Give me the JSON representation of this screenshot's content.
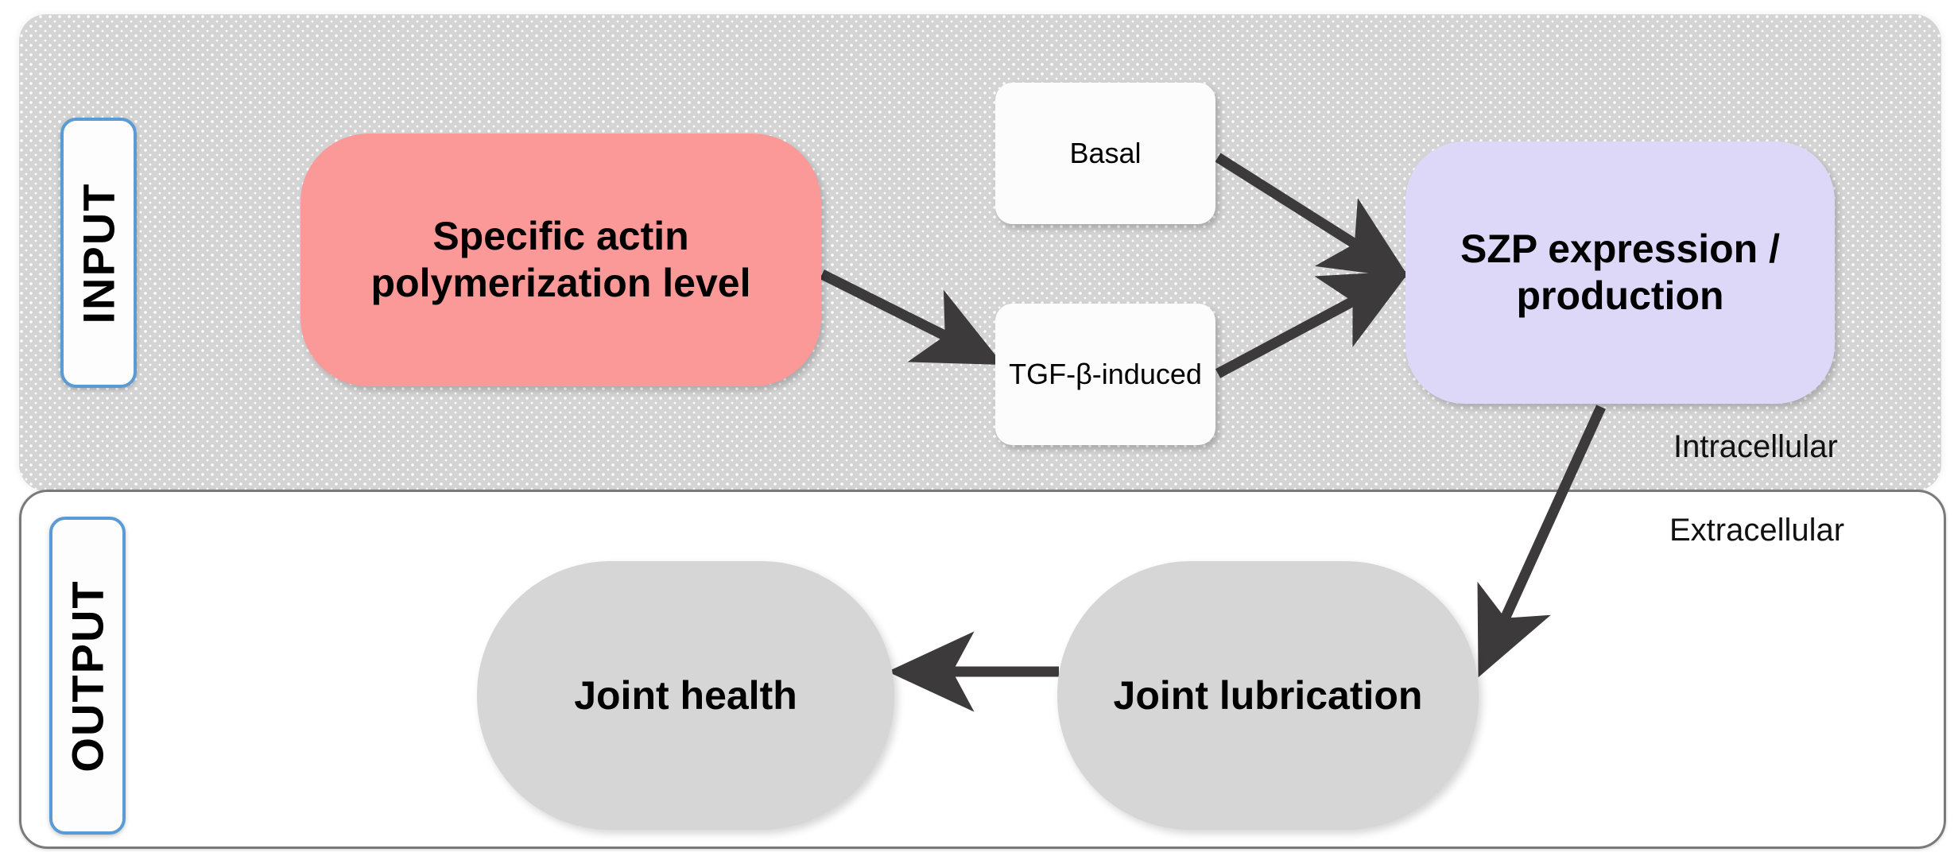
{
  "diagram": {
    "title": "SZP signaling pathway diagram",
    "compartments": [
      {
        "id": "intracellular",
        "label": "Intracellular"
      },
      {
        "id": "extracellular",
        "label": "Extracellular"
      }
    ],
    "io_tabs": [
      {
        "id": "input",
        "label": "INPUT"
      },
      {
        "id": "output",
        "label": "OUTPUT"
      }
    ],
    "nodes": [
      {
        "id": "actin",
        "label": "Specific actin polymerization level",
        "color": "#fb9898"
      },
      {
        "id": "basal",
        "label": "Basal",
        "color": "#fcfcfc"
      },
      {
        "id": "tgfb",
        "label": "TGF-β-induced",
        "color": "#fcfcfc"
      },
      {
        "id": "szp",
        "label": "SZP expression / production",
        "color": "#ddd7f8"
      },
      {
        "id": "joint_health",
        "label": "Joint health",
        "color": "#d6d6d6"
      },
      {
        "id": "joint_lubrication",
        "label": "Joint lubrication",
        "color": "#d6d6d6"
      }
    ],
    "edges": [
      {
        "id": "actin-to-tgfb",
        "from": "actin",
        "to": "tgfb",
        "style": "arrow"
      },
      {
        "id": "basal-to-szp",
        "from": "basal",
        "to": "szp",
        "style": "arrow"
      },
      {
        "id": "tgfb-to-szp",
        "from": "tgfb",
        "to": "szp",
        "style": "arrow"
      },
      {
        "id": "szp-to-lubrication",
        "from": "szp",
        "to": "joint_lubrication",
        "style": "arrow"
      },
      {
        "id": "lubrication-to-health",
        "from": "joint_lubrication",
        "to": "joint_health",
        "style": "arrow"
      }
    ],
    "colors": {
      "arrow": "#3c3a3a",
      "accent_border": "#5b9bd5",
      "panel_intracellular": "#d4d4d4",
      "panel_extracellular": "#ffffff"
    }
  }
}
